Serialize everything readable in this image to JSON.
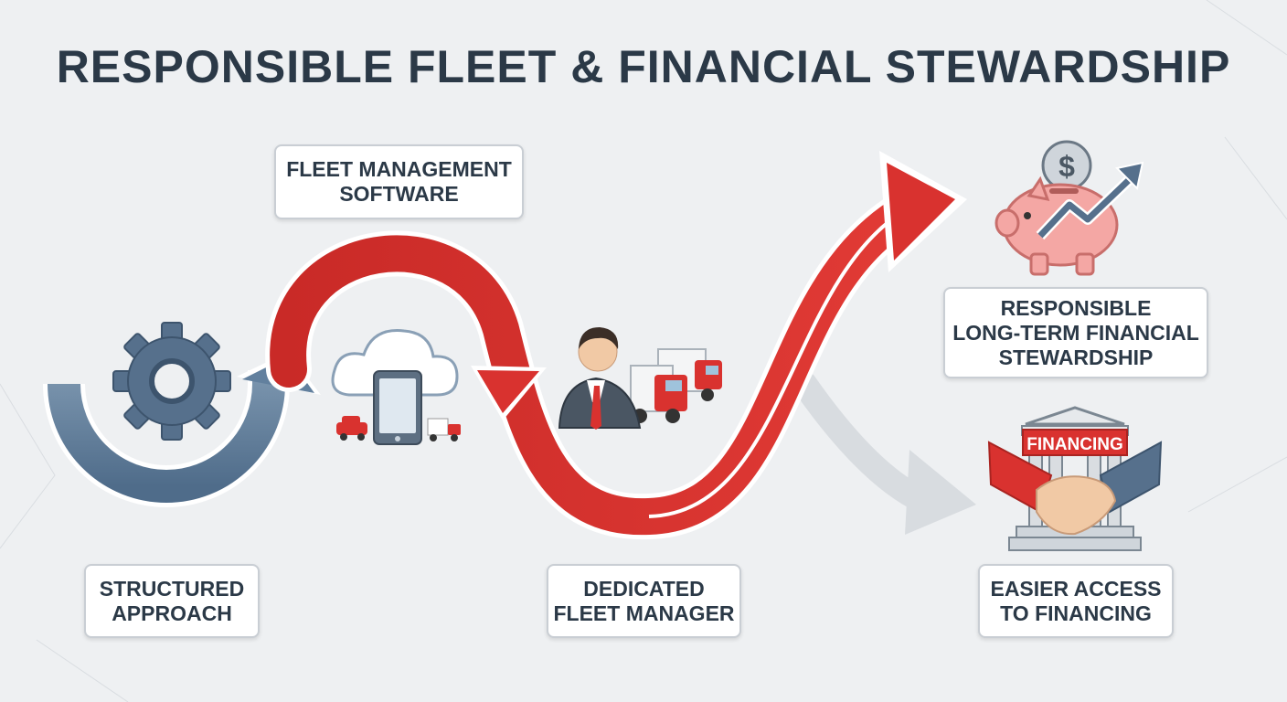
{
  "title": "RESPONSIBLE FLEET & FINANCIAL STEWARDSHIP",
  "steps": [
    {
      "lines": [
        "STRUCTURED",
        "APPROACH"
      ],
      "icon": "gear-icon"
    },
    {
      "lines": [
        "FLEET MANAGEMENT",
        "SOFTWARE"
      ],
      "icon": "cloud-tablet-icon"
    },
    {
      "lines": [
        "DEDICATED",
        "FLEET MANAGER"
      ],
      "icon": "manager-trucks-icon"
    },
    {
      "lines": [
        "RESPONSIBLE",
        "LONG-TERM FINANCIAL",
        "STEWARDSHIP"
      ],
      "icon": "piggy-bank-growth-icon"
    },
    {
      "lines": [
        "EASIER ACCESS",
        "TO FINANCING"
      ],
      "icon": "handshake-bank-icon"
    }
  ],
  "financing_sign": "FINANCING",
  "coin_symbol": "$",
  "colors": {
    "title": "#2b3947",
    "flow_red": "#d9322f",
    "flow_blue": "#62809e",
    "background": "#eef0f2"
  }
}
